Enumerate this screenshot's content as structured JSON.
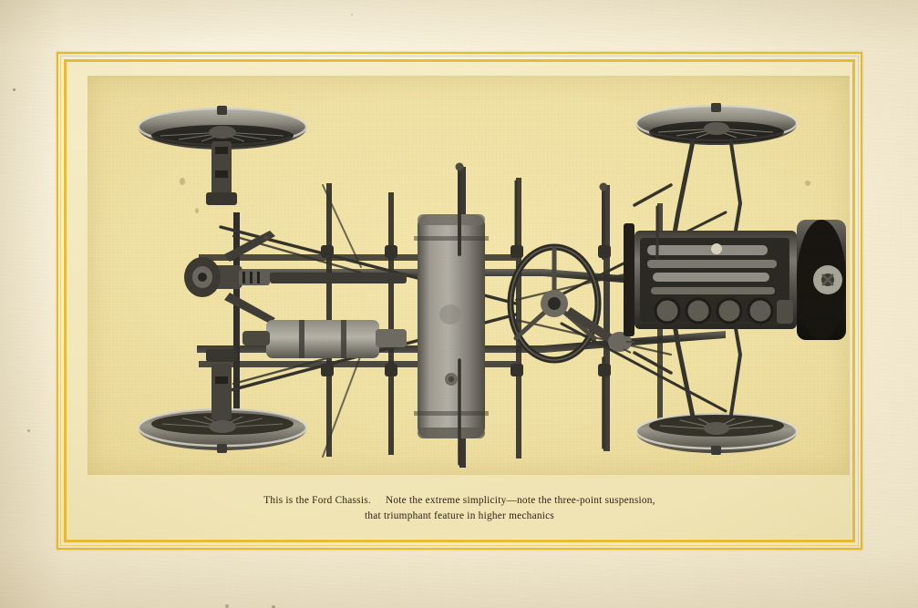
{
  "document": {
    "type": "printed-page",
    "paper_color": "#f4ecd6",
    "plate_color": "#f0e2a6",
    "frame_color": "#e8bb2e",
    "ink_color": "#2b2316"
  },
  "plate": {
    "subject": "Ford Model T chassis, overhead view",
    "alt": "Photographic plate showing a Ford automobile chassis from above: four wire-spoke wheels with tires, a central cylindrical fuel tank, steering wheel and column, four-cylinder engine block at right, rear axle and muffler at left, and the ladder frame with cross members and suspension rods."
  },
  "caption": {
    "line1_part1": "This is the Ford Chassis.",
    "line1_part2": "Note the extreme simplicity—note the three-point suspension,",
    "line2": "that triumphant feature in higher mechanics"
  }
}
